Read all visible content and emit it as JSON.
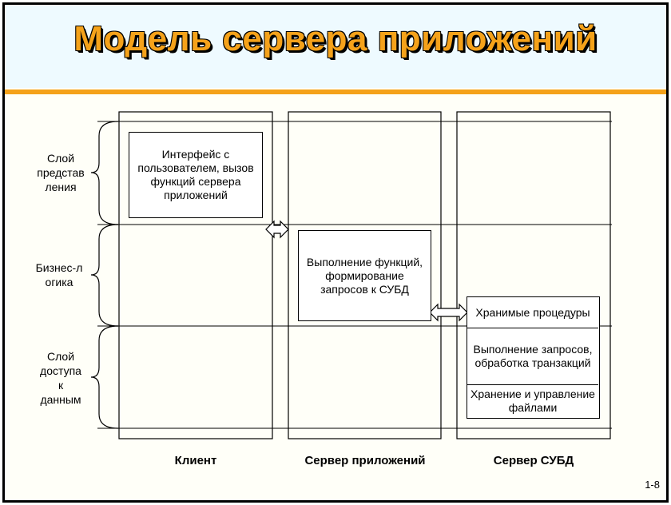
{
  "slide": {
    "title": "Модель сервера приложений",
    "page_number": "1-8"
  },
  "layers": [
    {
      "label": "Слой\nпредстав\nления"
    },
    {
      "label": "Бизнес-л\nогика"
    },
    {
      "label": "Слой\nдоступа\nк\nданным"
    }
  ],
  "columns": [
    {
      "label": "Клиент"
    },
    {
      "label": "Сервер приложений"
    },
    {
      "label": "Сервер СУБД"
    }
  ],
  "boxes": {
    "client_ui": "Интерфейс с пользователем, вызов функций сервера приложений",
    "app_functions": "Выполнение функций, формирование запросов к СУБД",
    "db_procedures": "Хранимые процедуры",
    "db_queries": "Выполнение запросов, обработка транзакций",
    "db_files": "Хранение и управление файлами"
  },
  "colors": {
    "title": "#f5a21a",
    "rule": "#f5a21a",
    "title_band": "#eefaff"
  }
}
